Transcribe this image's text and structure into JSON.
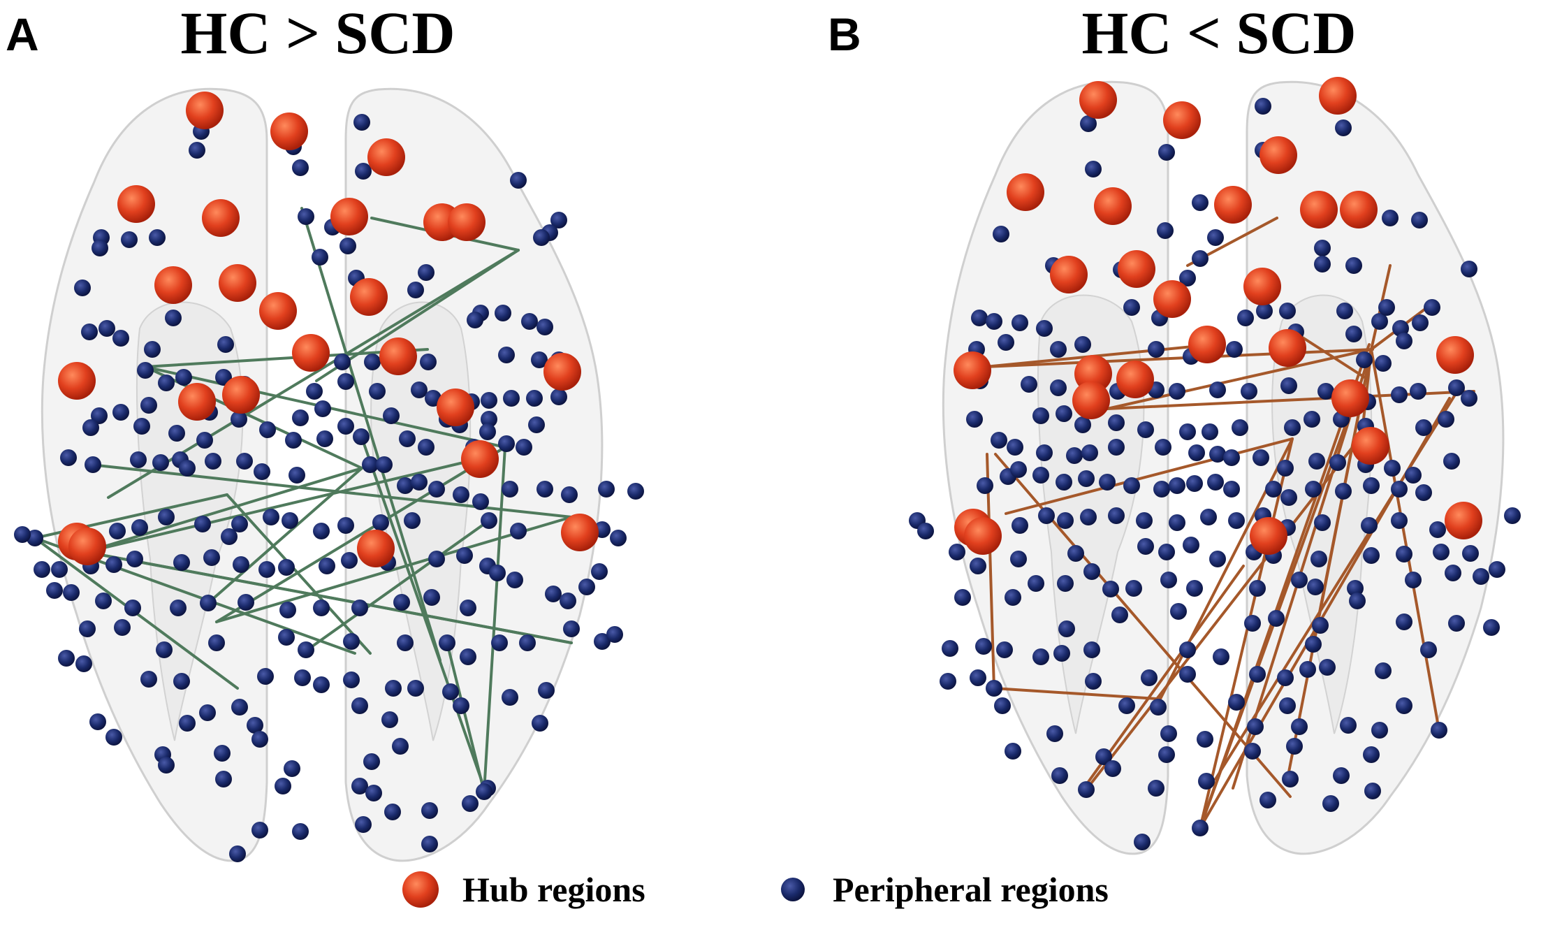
{
  "panels": [
    {
      "letter": "A",
      "title": "HC > SCD"
    },
    {
      "letter": "B",
      "title": "HC < SCD"
    }
  ],
  "legend": {
    "hub_label": "Hub regions",
    "peripheral_label": "Peripheral regions"
  },
  "colors": {
    "hub": "#e1401e",
    "peripheral": "#1a2a6b",
    "edge_panel_a": "#4f7a5c",
    "edge_panel_b": "#a5582a",
    "brain": "#e9e9e9"
  }
}
